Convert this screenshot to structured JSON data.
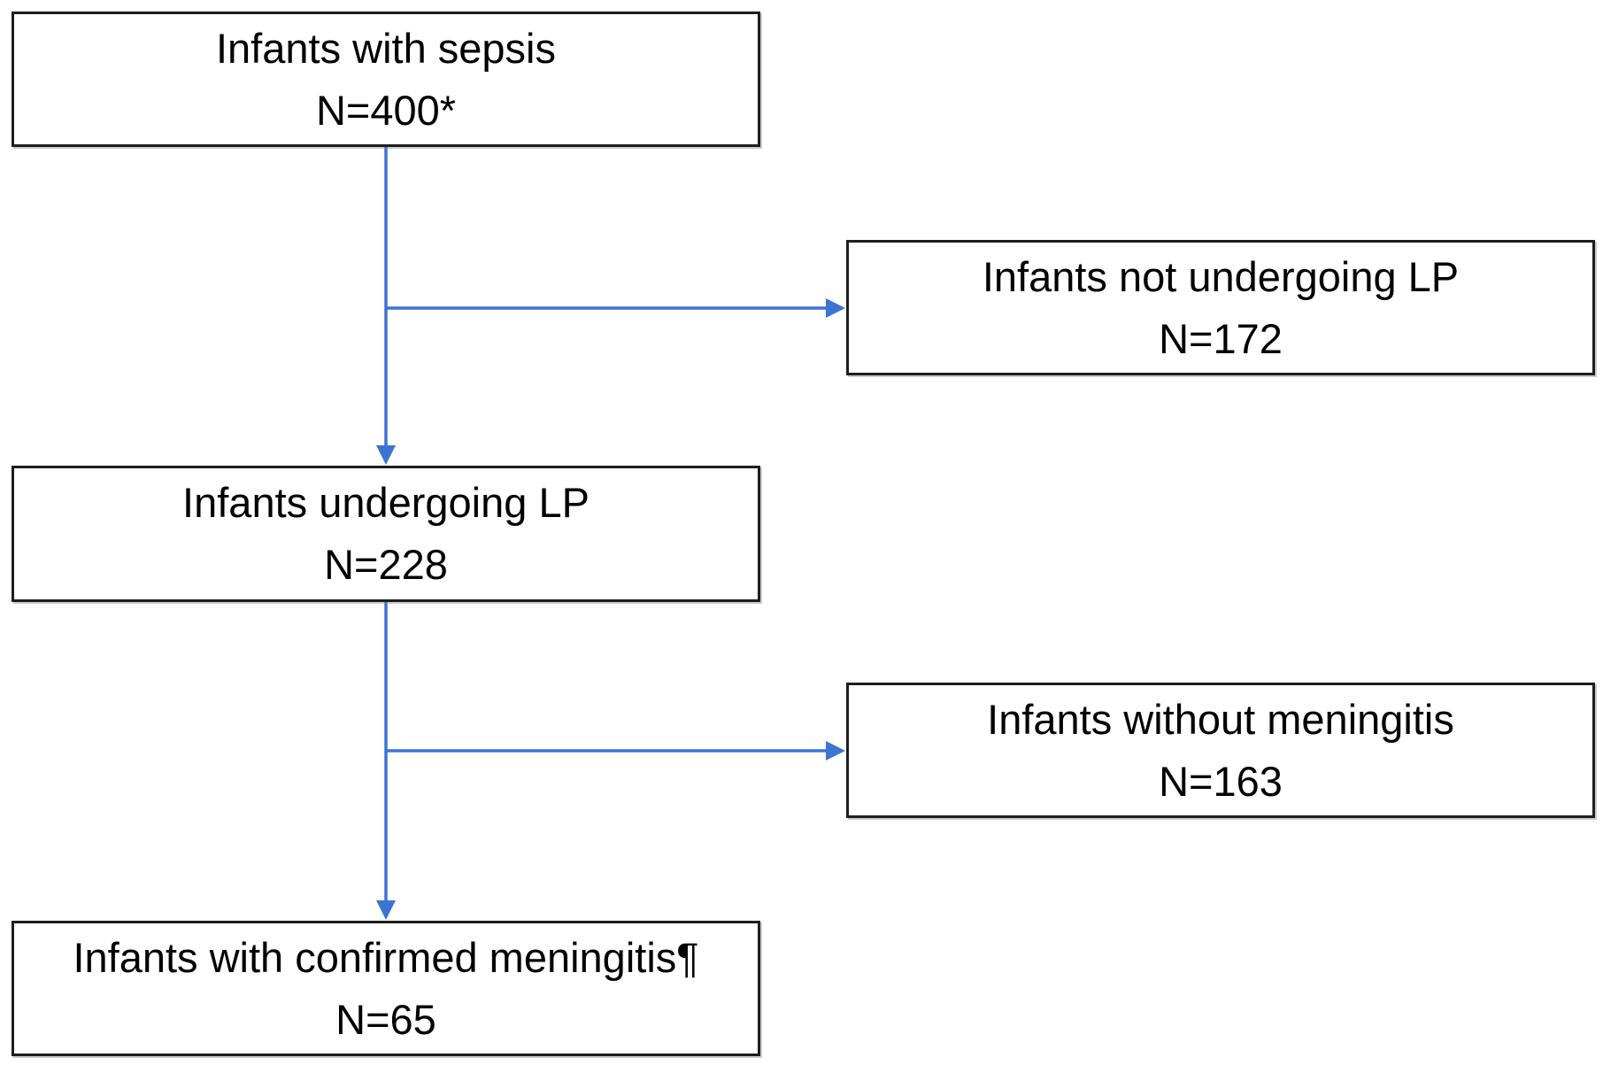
{
  "diagram": {
    "type": "flowchart",
    "background": "#ffffff",
    "colors": {
      "arrow": "#3c74d2",
      "box_border": "#1e1e1e",
      "box_fill": "#ffffff",
      "text": "#000000"
    },
    "nodes": {
      "sepsis": {
        "label": "Infants with sepsis",
        "count": "N=400*"
      },
      "no_lp": {
        "label": "Infants not undergoing LP",
        "count": "N=172"
      },
      "lp": {
        "label": "Infants undergoing LP",
        "count": "N=228"
      },
      "no_meningitis": {
        "label": "Infants without meningitis",
        "count": "N=163"
      },
      "meningitis": {
        "label": "Infants with confirmed meningitis¶",
        "count": "N=65"
      }
    },
    "edges": [
      {
        "from": "sepsis",
        "to": "lp"
      },
      {
        "from": "sepsis",
        "to": "no_lp"
      },
      {
        "from": "lp",
        "to": "meningitis"
      },
      {
        "from": "lp",
        "to": "no_meningitis"
      }
    ]
  }
}
